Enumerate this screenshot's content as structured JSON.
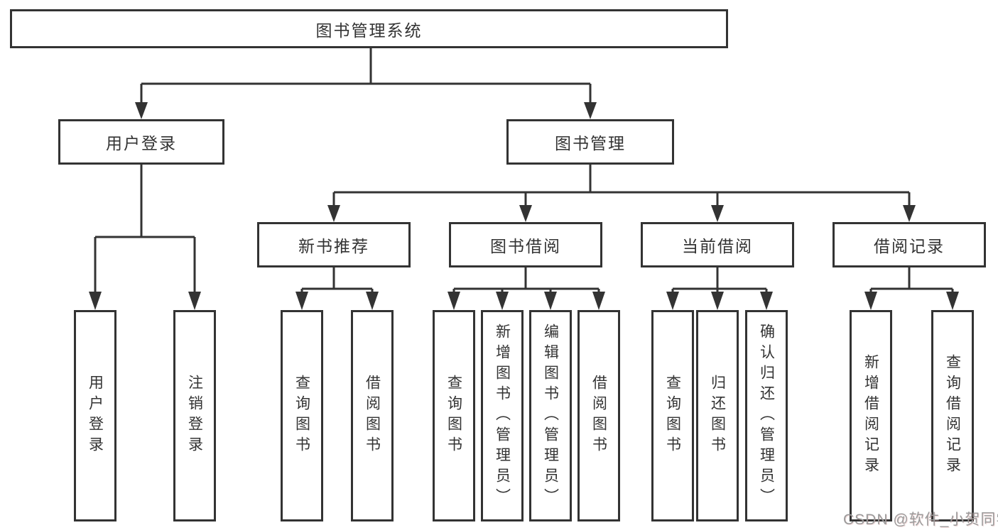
{
  "colors": {
    "line": "#333333",
    "text": "#333333",
    "background": "#ffffff",
    "watermark": "#9b9b9b"
  },
  "watermark": {
    "text": "CSDN @软件_小贺同学"
  },
  "diagram": {
    "type": "hierarchy-tree",
    "root": {
      "label": "图书管理系统"
    },
    "level2": [
      {
        "label": "用户登录",
        "parent": "图书管理系统"
      },
      {
        "label": "图书管理",
        "parent": "图书管理系统"
      }
    ],
    "level3": [
      {
        "label": "新书推荐",
        "parent": "图书管理"
      },
      {
        "label": "图书借阅",
        "parent": "图书管理"
      },
      {
        "label": "当前借阅",
        "parent": "图书管理"
      },
      {
        "label": "借阅记录",
        "parent": "图书管理"
      }
    ],
    "leaves": [
      {
        "label": "用户登录",
        "parent": "用户登录"
      },
      {
        "label": "注销登录",
        "parent": "用户登录"
      },
      {
        "label": "查询图书",
        "parent": "新书推荐"
      },
      {
        "label": "借阅图书",
        "parent": "新书推荐"
      },
      {
        "label": "查询图书",
        "parent": "图书借阅"
      },
      {
        "label": "新增图书（管理员）",
        "parent": "图书借阅"
      },
      {
        "label": "编辑图书（管理员）",
        "parent": "图书借阅"
      },
      {
        "label": "借阅图书",
        "parent": "图书借阅"
      },
      {
        "label": "查询图书",
        "parent": "当前借阅"
      },
      {
        "label": "归还图书",
        "parent": "当前借阅"
      },
      {
        "label": "确认归还（管理员）",
        "parent": "当前借阅"
      },
      {
        "label": "新增借阅记录",
        "parent": "借阅记录"
      },
      {
        "label": "查询借阅记录",
        "parent": "借阅记录"
      }
    ]
  }
}
